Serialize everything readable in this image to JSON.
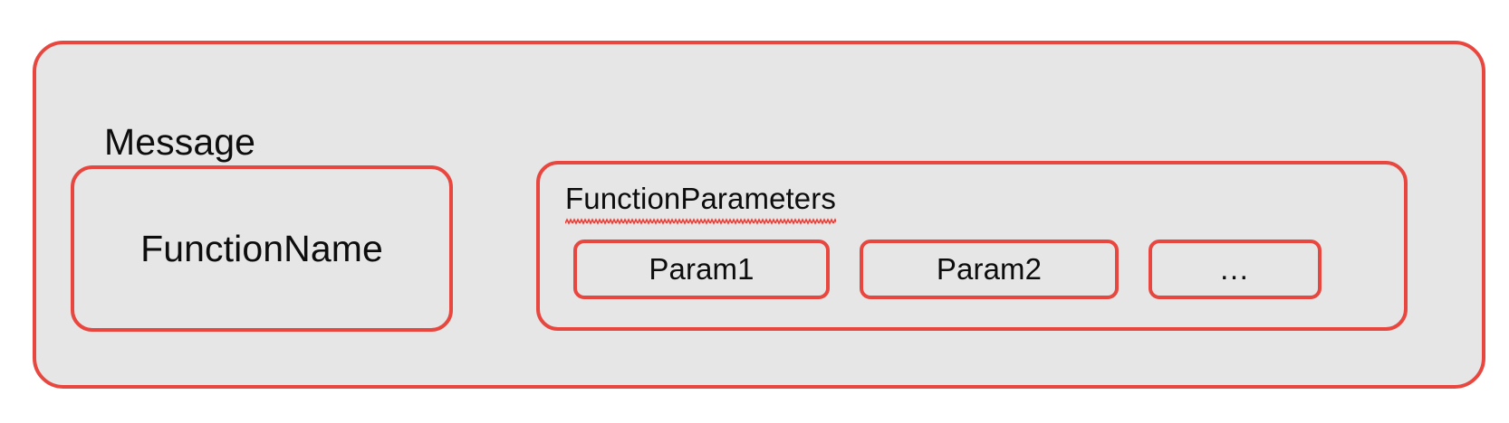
{
  "diagram": {
    "type": "nested-box-diagram",
    "colors": {
      "border": "#E8473F",
      "fill": "#E6E6E6",
      "text": "#0D0D0D",
      "spellcheck_underline": "#EE3B32",
      "page_background": "#FFFFFF"
    },
    "message": {
      "title": "Message",
      "children": {
        "function_name": {
          "label": "FunctionName"
        },
        "function_parameters": {
          "title": "FunctionParameters",
          "spellcheck_flagged": true,
          "params": [
            {
              "label": "Param1"
            },
            {
              "label": "Param2"
            },
            {
              "label": "…"
            }
          ]
        }
      }
    }
  }
}
